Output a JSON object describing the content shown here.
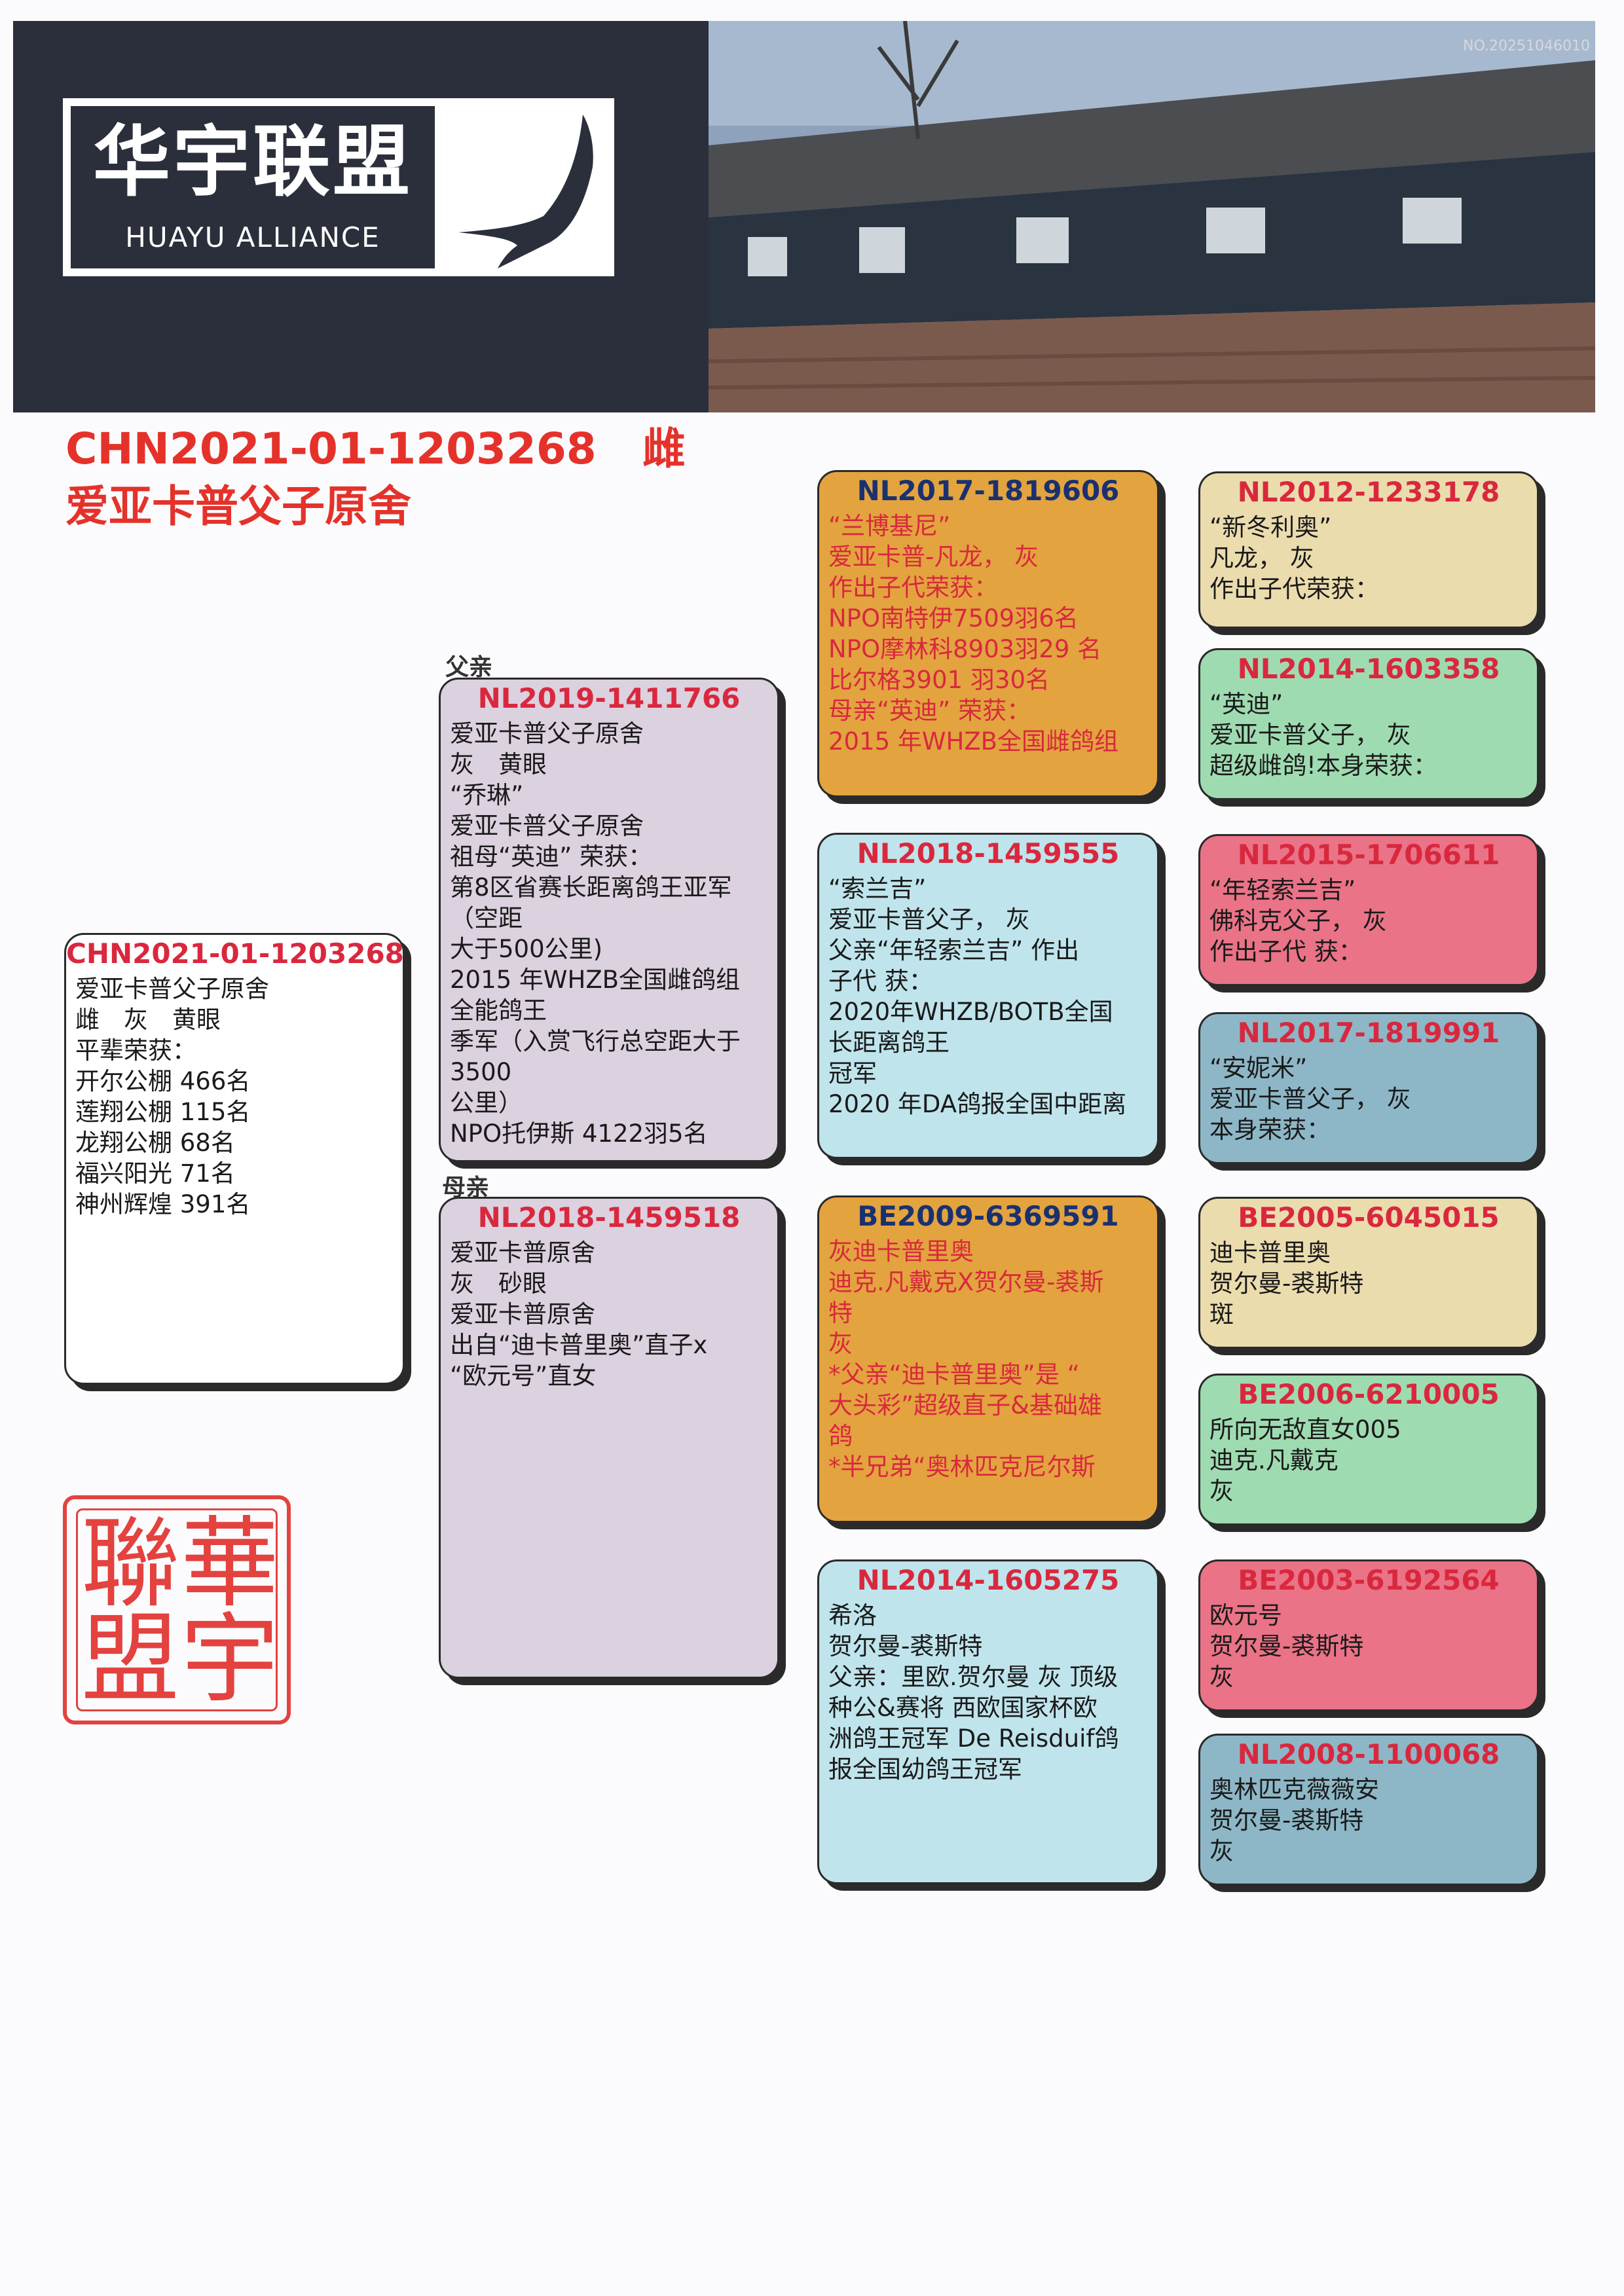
{
  "header": {
    "logo_cn": "华宇联盟",
    "logo_en": "HUAYU ALLIANCE",
    "serial": "NO.20251046010"
  },
  "title": {
    "ring": "CHN2021-01-1203268",
    "sex": "雌",
    "loft": "爱亚卡普父子原舍"
  },
  "labels": {
    "father": "父亲",
    "mother": "母亲"
  },
  "subject": {
    "ring": "CHN2021-01-1203268",
    "lines": [
      "爱亚卡普父子原舍",
      "雌　灰　黄眼",
      "平辈荣获：",
      "开尔公棚 466名",
      "莲翔公棚  115名",
      "龙翔公棚 68名",
      "福兴阳光 71名",
      "神州辉煌 391名"
    ]
  },
  "father": {
    "ring": "NL2019-1411766",
    "lines": [
      "爱亚卡普父子原舍",
      "灰　黄眼",
      " “乔琳”",
      "爱亚卡普父子原舍",
      "祖母“英迪” 荣获：",
      "第8区省赛长距离鸽王亚军",
      "（空距",
      "大于500公里)",
      "2015 年WHZB全国雌鸽组",
      "全能鸽王",
      "季军（入赏飞行总空距大于",
      "3500",
      "公里）",
      "NPO托伊斯 4122羽5名"
    ]
  },
  "mother": {
    "ring": "NL2018-1459518",
    "lines": [
      "爱亚卡普原舍",
      "灰　砂眼",
      "爱亚卡普原舍",
      "出自“迪卡普里奥”直子x",
      "“欧元号”直女"
    ]
  },
  "ff": {
    "ring": "NL2017-1819606",
    "lines": [
      " “兰博基尼”",
      "爱亚卡普-凡龙， 灰",
      "作出子代荣获：",
      "NPO南特伊7509羽6名",
      "NPO摩林科8903羽29 名",
      "比尔格3901 羽30名",
      "母亲“英迪” 荣获：",
      "2015 年WHZB全国雌鸽组"
    ]
  },
  "fm": {
    "ring": "NL2018-1459555",
    "lines": [
      " “索兰吉”",
      "爱亚卡普父子， 灰",
      "父亲“年轻索兰吉” 作出",
      "子代 获：",
      "2020年WHZB/BOTB全国",
      "长距离鸽王",
      "冠军",
      "2020 年DA鸽报全国中距离"
    ]
  },
  "mf": {
    "ring": "BE2009-6369591",
    "lines": [
      "灰迪卡普里奥",
      "迪克.凡戴克X贺尔曼-裘斯",
      "特",
      "灰",
      "*父亲“迪卡普里奥”是 “",
      "大头彩”超级直子&基础雄",
      "鸽",
      "*半兄弟“奥林匹克尼尔斯"
    ]
  },
  "mm": {
    "ring": "NL2014-1605275",
    "lines": [
      "希洛",
      "贺尔曼-裘斯特",
      "父亲：里欧.贺尔曼 灰 顶级",
      "种公&赛将 西欧国家杯欧",
      "洲鸽王冠军 De Reisduif鸽",
      "报全国幼鸽王冠军"
    ]
  },
  "g": [
    {
      "ring": "NL2012-1233178",
      "lines": [
        " “新冬利奥”",
        "凡龙， 灰",
        "作出子代荣获："
      ]
    },
    {
      "ring": "NL2014-1603358",
      "lines": [
        " “英迪”",
        "爱亚卡普父子， 灰",
        "超级雌鸽!本身荣获："
      ]
    },
    {
      "ring": "NL2015-1706611",
      "lines": [
        " “年轻索兰吉”",
        "佛科克父子， 灰",
        "作出子代 获："
      ]
    },
    {
      "ring": "NL2017-1819991",
      "lines": [
        " “安妮米”",
        "爱亚卡普父子， 灰",
        "本身荣获："
      ]
    },
    {
      "ring": "BE2005-6045015",
      "lines": [
        "迪卡普里奥",
        "贺尔曼-裘斯特",
        "斑"
      ]
    },
    {
      "ring": "BE2006-6210005",
      "lines": [
        "所向无敌直女005",
        "迪克.凡戴克",
        "灰"
      ]
    },
    {
      "ring": "BE2003-6192564",
      "lines": [
        "欧元号",
        "贺尔曼-裘斯特",
        "灰"
      ]
    },
    {
      "ring": "NL2008-1100068",
      "lines": [
        "奥林匹克薇薇安",
        "贺尔曼-裘斯特",
        "灰"
      ]
    }
  ],
  "seal": [
    "華",
    "宇",
    "聯",
    "盟"
  ],
  "colors": {
    "title_red": "#e4322b",
    "ring_red": "#d9283e",
    "ring_navy": "#1a3170",
    "lilac": "#dcd1df",
    "orange": "#e3a33f",
    "light_blue": "#bfe4ec",
    "cream": "#ebdcae",
    "mint": "#9fdbb1",
    "pink": "#ea7387",
    "steel_blue": "#8db7c7"
  }
}
